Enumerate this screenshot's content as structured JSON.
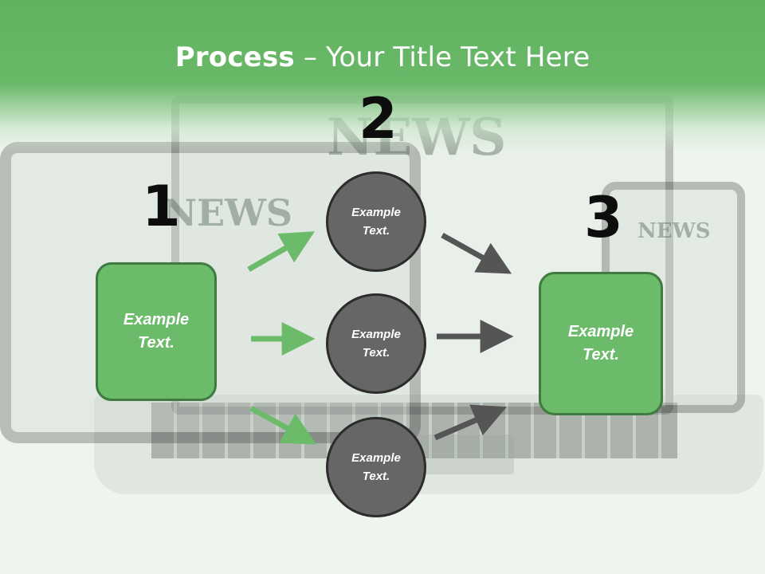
{
  "title": {
    "bold": "Process",
    "rest": " – Your Title Text Here"
  },
  "background": {
    "laptop_news_word": "NEWS",
    "tablet_news_word": "NEWS",
    "phone_news_word": "NEWS"
  },
  "steps": {
    "num1": "1",
    "num2": "2",
    "num3": "3"
  },
  "left_box": {
    "text": "Example\nText."
  },
  "circles": [
    {
      "text": "Example\nText."
    },
    {
      "text": "Example\nText."
    },
    {
      "text": "Example\nText."
    }
  ],
  "right_box": {
    "text": "Example\nText."
  },
  "colors": {
    "header_green": "#5fb35f",
    "box_green": "#6bbb6b",
    "box_border": "#3f7a3f",
    "circle_gray": "#666666",
    "arrow_green": "#6bbb6b",
    "arrow_gray": "#555555"
  }
}
